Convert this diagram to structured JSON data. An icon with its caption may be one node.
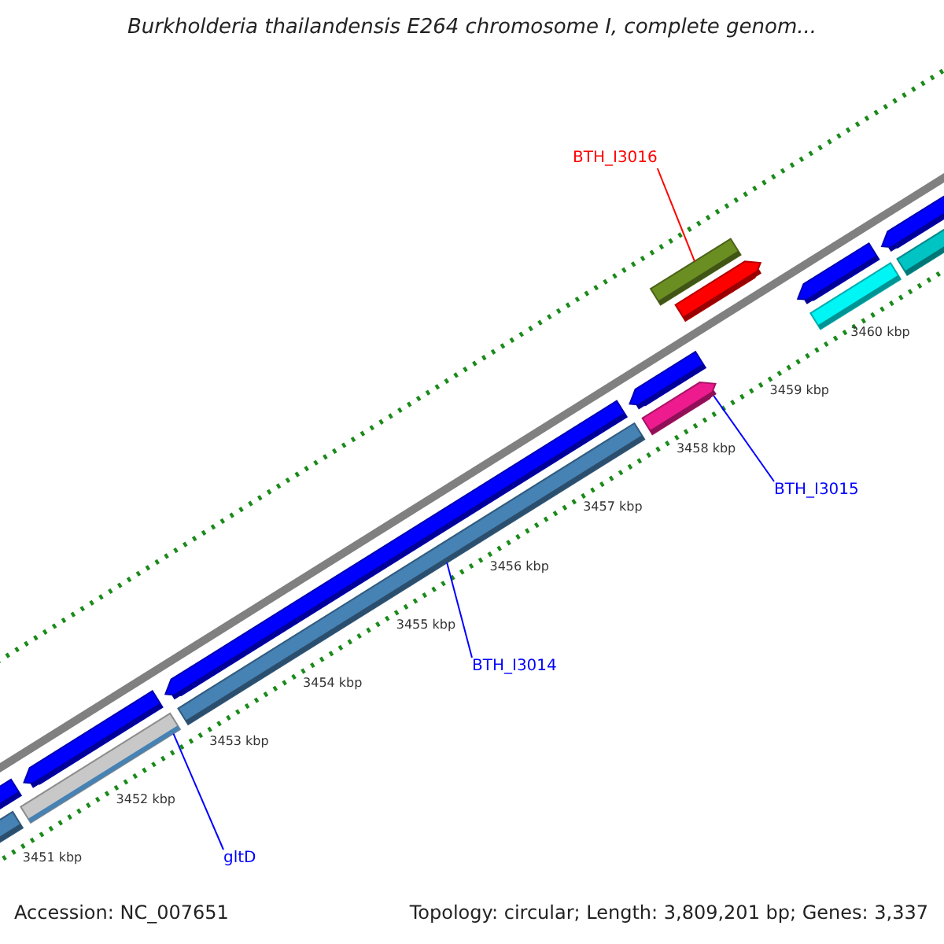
{
  "diagram": {
    "title": "Burkholderia thailandensis E264 chromosome I, complete genom...",
    "nodes": [
      {
        "text": [
          "BTH_I3016"
        ]
      },
      {
        "text": [],
        "shape": "bar"
      },
      {
        "text": [
          "BTH_I3015"
        ]
      },
      {
        "text": [],
        "shape": "bar"
      },
      {
        "text": [
          "BTH_I3014"
        ]
      },
      {
        "text": [],
        "shape": "bar"
      },
      {
        "text": [
          "gltD"
        ]
      },
      {
        "text": [],
        "shape": "bar"
      }
    ],
    "edges": [
      {
        "from": 0,
        "to": 1,
        "arrow": "none",
        "color": "#ff0000"
      },
      {
        "from": 2,
        "to": 3,
        "arrow": "none"
      },
      {
        "from": 4,
        "to": 5,
        "arrow": "none"
      },
      {
        "from": 6,
        "to": 7,
        "arrow": "none"
      }
    ],
    "labels": [
      "3451 kbp",
      "3452 kbp",
      "3453 kbp",
      "3454 kbp",
      "3455 kbp",
      "3456 kbp",
      "3457 kbp",
      "3458 kbp",
      "3459 kbp",
      "3460 kbp",
      "Accession: NC_007651",
      "Topology: circular; Length: 3,809,201 bp; Genes: 3,337"
    ]
  }
}
